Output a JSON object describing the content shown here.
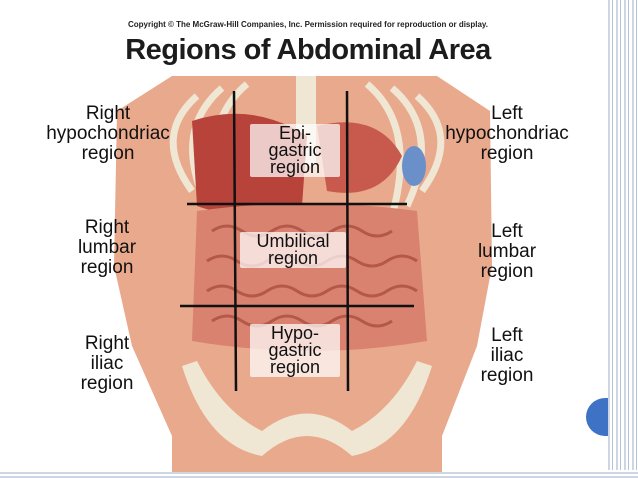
{
  "copyright": "Copyright © The McGraw-Hill Companies, Inc. Permission required for reproduction or display.",
  "title": "Regions of Abdominal Area",
  "regions": {
    "right_hypochondriac": "Right\nhypochondriac\nregion",
    "epigastric": "Epi-\ngastric\nregion",
    "left_hypochondriac": "Left\nhypochondriac\nregion",
    "right_lumbar": "Right\nlumbar\nregion",
    "umbilical": "Umbilical\nregion",
    "left_lumbar": "Left\nlumbar\nregion",
    "right_iliac": "Right\niliac\nregion",
    "hypogastric": "Hypo-\ngastric\nregion",
    "left_iliac": "Left\niliac\nregion"
  },
  "colors": {
    "skin": "#e9a98c",
    "organ_red": "#b8433a",
    "intestine": "#d9826f",
    "bone": "#efe7d4",
    "grid_line": "#111111",
    "nav_accent": "#3d72c4"
  }
}
